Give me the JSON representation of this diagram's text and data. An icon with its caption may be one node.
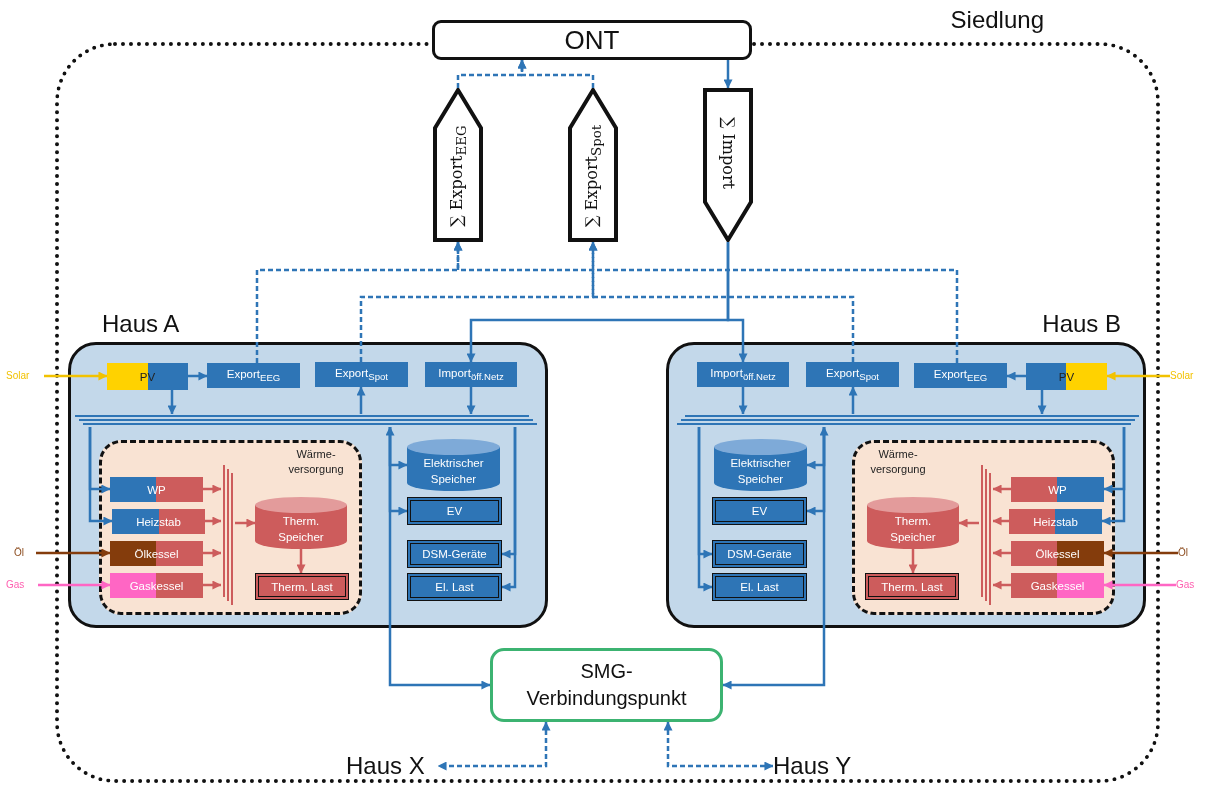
{
  "diagram": {
    "nodes": [
      {
        "text": [
          "Siedlung"
        ]
      },
      {
        "text": [
          "ONT"
        ]
      },
      {
        "text": [
          "∑ Export$_{EEG}$"
        ],
        "in": 0
      },
      {
        "text": [
          "∑ Export$_{Spot}$"
        ],
        "in": 0
      },
      {
        "text": [
          "∑ Import"
        ],
        "in": 0
      },
      {
        "text": [
          "Haus A"
        ],
        "in": 0
      },
      {
        "text": [
          "PV"
        ],
        "in": 5
      },
      {
        "text": [
          "Export$_{EEG}$"
        ],
        "in": 5
      },
      {
        "text": [
          "Export$_{Spot}$"
        ],
        "in": 5
      },
      {
        "text": [
          "Import$_{öff.Netz}$"
        ],
        "in": 5
      },
      {
        "text": [],
        "shape": "bar",
        "in": 5
      },
      {
        "text": [
          "Wärme- versorgung"
        ],
        "in": 5
      },
      {
        "text": [
          "WP"
        ],
        "in": 11
      },
      {
        "text": [
          "Heizstab"
        ],
        "in": 11
      },
      {
        "text": [
          "Ölkessel"
        ],
        "in": 11
      },
      {
        "text": [
          "Gaskessel"
        ],
        "in": 11
      },
      {
        "text": [],
        "shape": "bar",
        "in": 11
      },
      {
        "text": [
          "Therm. Speicher"
        ],
        "in": 11
      },
      {
        "text": [
          "Therm. Last"
        ],
        "in": 11
      },
      {
        "text": [
          "Elektrischer Speicher"
        ],
        "in": 5
      },
      {
        "text": [
          "EV"
        ],
        "in": 5
      },
      {
        "text": [
          "DSM-Geräte"
        ],
        "in": 5
      },
      {
        "text": [
          "El. Last"
        ],
        "in": 5
      },
      {
        "text": [
          "Solar"
        ]
      },
      {
        "text": [
          "Öl"
        ]
      },
      {
        "text": [
          "Gas"
        ]
      },
      {
        "text": [
          "Haus B"
        ],
        "in": 0
      },
      {
        "text": [
          "PV"
        ],
        "in": 26
      },
      {
        "text": [
          "Export$_{EEG}$"
        ],
        "in": 26
      },
      {
        "text": [
          "Export$_{Spot}$"
        ],
        "in": 26
      },
      {
        "text": [
          "Import$_{öff.Netz}$"
        ],
        "in": 26
      },
      {
        "text": [],
        "shape": "bar",
        "in": 26
      },
      {
        "text": [
          "Wärme- versorgung"
        ],
        "in": 26
      },
      {
        "text": [
          "WP"
        ],
        "in": 32
      },
      {
        "text": [
          "Heizstab"
        ],
        "in": 32
      },
      {
        "text": [
          "Ölkessel"
        ],
        "in": 32
      },
      {
        "text": [
          "Gaskessel"
        ],
        "in": 32
      },
      {
        "text": [],
        "shape": "bar",
        "in": 32
      },
      {
        "text": [
          "Therm. Speicher"
        ],
        "in": 32
      },
      {
        "text": [
          "Therm. Last"
        ],
        "in": 32
      },
      {
        "text": [
          "Elektrischer Speicher"
        ],
        "in": 26
      },
      {
        "text": [
          "EV"
        ],
        "in": 26
      },
      {
        "text": [
          "DSM-Geräte"
        ],
        "in": 26
      },
      {
        "text": [
          "El. Last"
        ],
        "in": 26
      },
      {
        "text": [
          "Solar"
        ]
      },
      {
        "text": [
          "Öl"
        ]
      },
      {
        "text": [
          "Gas"
        ]
      },
      {
        "text": [
          "SMG- Verbindungspunkt"
        ],
        "in": 0
      },
      {
        "text": [
          "Haus X"
        ],
        "in": 0
      },
      {
        "text": [
          "Haus Y"
        ],
        "in": 0
      }
    ],
    "edges": [
      {
        "from": 2,
        "to": 1,
        "arrow": "to",
        "style": "dashed"
      },
      {
        "from": 3,
        "to": 1,
        "arrow": "to",
        "style": "dashed"
      },
      {
        "from": 1,
        "to": 4,
        "arrow": "to"
      },
      {
        "from": 7,
        "to": 2,
        "arrow": "to",
        "style": "dashed"
      },
      {
        "from": 28,
        "to": 2,
        "arrow": "to",
        "style": "dashed"
      },
      {
        "from": 8,
        "to": 3,
        "arrow": "to",
        "style": "dashed"
      },
      {
        "from": 29,
        "to": 3,
        "arrow": "to",
        "style": "dashed"
      },
      {
        "from": 4,
        "to": 9,
        "arrow": "to"
      },
      {
        "from": 4,
        "to": 30,
        "arrow": "to"
      },
      {
        "from": 23,
        "to": 6,
        "arrow": "to",
        "color": "#f2c200"
      },
      {
        "from": 6,
        "to": 7,
        "arrow": "to"
      },
      {
        "from": 6,
        "to": 10,
        "arrow": "to"
      },
      {
        "from": 10,
        "to": 8,
        "arrow": "to"
      },
      {
        "from": 9,
        "to": 10,
        "arrow": "to"
      },
      {
        "from": 10,
        "to": 12,
        "arrow": "to"
      },
      {
        "from": 10,
        "to": 13,
        "arrow": "to"
      },
      {
        "from": 24,
        "to": 14,
        "arrow": "to",
        "color": "#843c0c"
      },
      {
        "from": 25,
        "to": 15,
        "arrow": "to",
        "color": "#ff66c4"
      },
      {
        "from": 12,
        "to": 16,
        "arrow": "to",
        "color": "#cd5c5c"
      },
      {
        "from": 13,
        "to": 16,
        "arrow": "to",
        "color": "#cd5c5c"
      },
      {
        "from": 14,
        "to": 16,
        "arrow": "to",
        "color": "#cd5c5c"
      },
      {
        "from": 15,
        "to": 16,
        "arrow": "to",
        "color": "#cd5c5c"
      },
      {
        "from": 16,
        "to": 17,
        "arrow": "to",
        "color": "#cd5c5c"
      },
      {
        "from": 17,
        "to": 18,
        "arrow": "to",
        "color": "#cd5c5c"
      },
      {
        "from": 10,
        "to": 47,
        "arrow": "both"
      },
      {
        "from": 10,
        "to": 19,
        "arrow": "to"
      },
      {
        "from": 10,
        "to": 20,
        "arrow": "to"
      },
      {
        "from": 10,
        "to": 21,
        "arrow": "to"
      },
      {
        "from": 10,
        "to": 22,
        "arrow": "to"
      },
      {
        "from": 44,
        "to": 27,
        "arrow": "to",
        "color": "#f2c200"
      },
      {
        "from": 27,
        "to": 28,
        "arrow": "to"
      },
      {
        "from": 27,
        "to": 31,
        "arrow": "to"
      },
      {
        "from": 31,
        "to": 29,
        "arrow": "to"
      },
      {
        "from": 30,
        "to": 31,
        "arrow": "to"
      },
      {
        "from": 31,
        "to": 33,
        "arrow": "to"
      },
      {
        "from": 31,
        "to": 34,
        "arrow": "to"
      },
      {
        "from": 45,
        "to": 35,
        "arrow": "to",
        "color": "#843c0c"
      },
      {
        "from": 46,
        "to": 36,
        "arrow": "to",
        "color": "#ff66c4"
      },
      {
        "from": 33,
        "to": 37,
        "arrow": "to",
        "color": "#cd5c5c"
      },
      {
        "from": 34,
        "to": 37,
        "arrow": "to",
        "color": "#cd5c5c"
      },
      {
        "from": 35,
        "to": 37,
        "arrow": "to",
        "color": "#cd5c5c"
      },
      {
        "from": 36,
        "to": 37,
        "arrow": "to",
        "color": "#cd5c5c"
      },
      {
        "from": 37,
        "to": 38,
        "arrow": "to",
        "color": "#cd5c5c"
      },
      {
        "from": 38,
        "to": 39,
        "arrow": "to",
        "color": "#cd5c5c"
      },
      {
        "from": 31,
        "to": 47,
        "arrow": "both"
      },
      {
        "from": 31,
        "to": 40,
        "arrow": "to"
      },
      {
        "from": 31,
        "to": 41,
        "arrow": "to"
      },
      {
        "from": 31,
        "to": 42,
        "arrow": "to"
      },
      {
        "from": 31,
        "to": 43,
        "arrow": "to"
      },
      {
        "from": 47,
        "to": 48,
        "arrow": "both",
        "style": "dashed"
      },
      {
        "from": 47,
        "to": 49,
        "arrow": "both",
        "style": "dashed"
      }
    ]
  }
}
